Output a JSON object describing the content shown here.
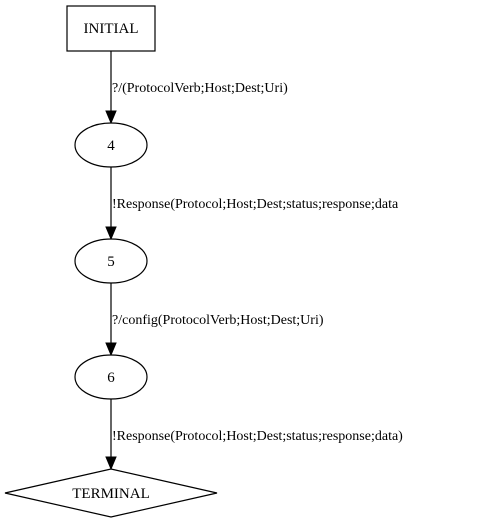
{
  "nodes": {
    "initial": {
      "label": "INITIAL",
      "shape": "box"
    },
    "state_4": {
      "label": "4",
      "shape": "ellipse"
    },
    "state_5": {
      "label": "5",
      "shape": "ellipse"
    },
    "state_6": {
      "label": "6",
      "shape": "ellipse"
    },
    "terminal": {
      "label": "TERMINAL",
      "shape": "diamond"
    }
  },
  "edges": [
    {
      "from": "INITIAL",
      "to": "4",
      "label": "?/(ProtocolVerb;Host;Dest;Uri)"
    },
    {
      "from": "4",
      "to": "5",
      "label": "!Response(Protocol;Host;Dest;status;response;data"
    },
    {
      "from": "5",
      "to": "6",
      "label": "?/config(ProtocolVerb;Host;Dest;Uri)"
    },
    {
      "from": "6",
      "to": "TERMINAL",
      "label": "!Response(Protocol;Host;Dest;status;response;data)"
    }
  ],
  "colors": {
    "stroke": "#000000",
    "fill": "#ffffff",
    "text": "#000000"
  }
}
